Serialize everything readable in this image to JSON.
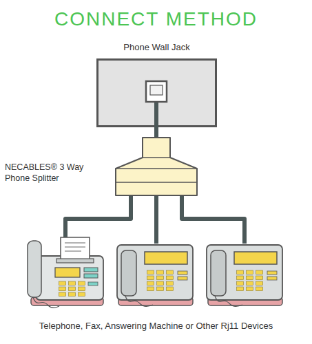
{
  "diagram": {
    "title": "CONNECT METHOD",
    "caption": "Telephone, Fax, Answering Machine or Other Rj11 Devices",
    "nodes": [
      {
        "text": [
          "Phone Wall Jack"
        ]
      },
      {
        "text": [
          "NECABLES® 3 Way Phone Splitter"
        ]
      }
    ],
    "edges": [
      {
        "from": 0,
        "to": 1,
        "arrow": "none"
      }
    ]
  }
}
